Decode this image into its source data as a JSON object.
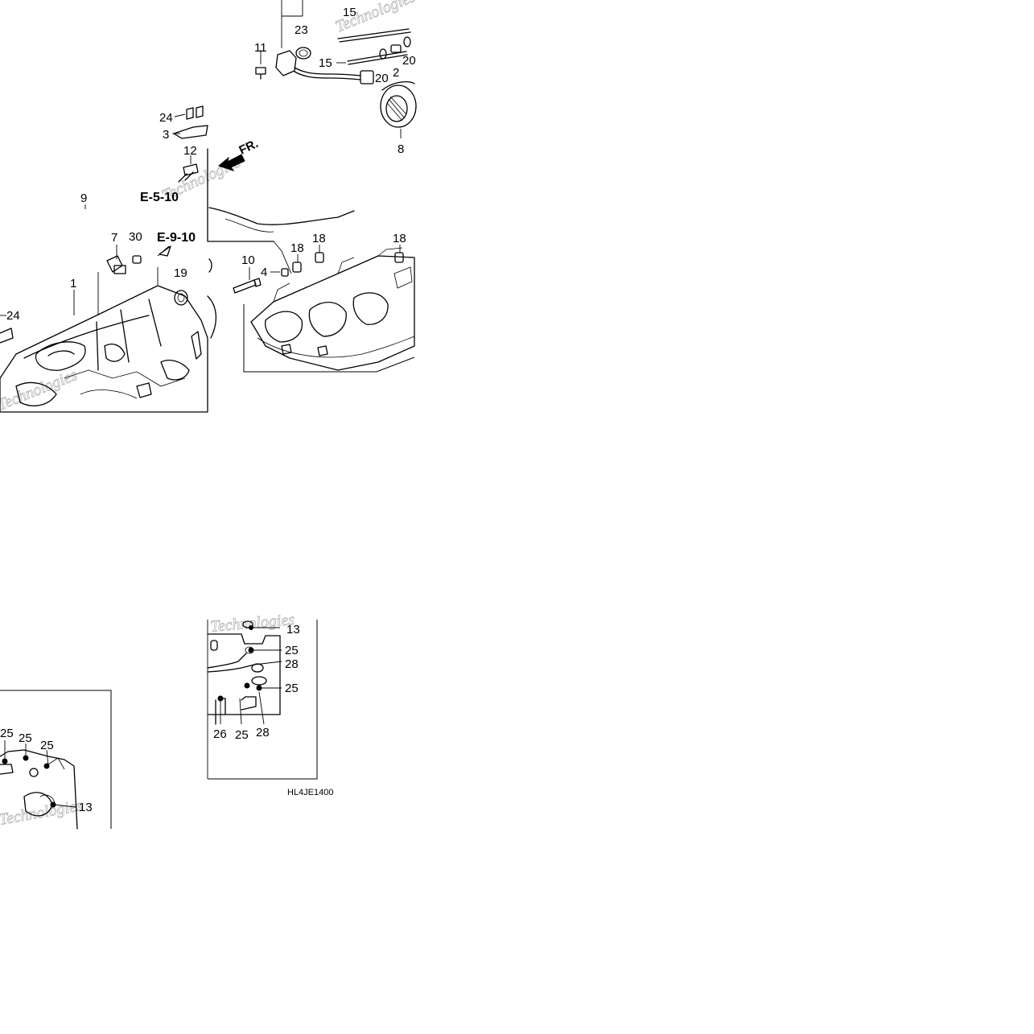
{
  "callouts": {
    "c15a": "15",
    "c23": "23",
    "c11": "11",
    "c15b": "15",
    "c20a": "20",
    "c20b": "20",
    "c2": "2",
    "c24a": "24",
    "c3": "3",
    "c12": "12",
    "c8": "8",
    "c9": "9",
    "c7": "7",
    "c30": "30",
    "c1": "1",
    "c19": "19",
    "c24b": "24",
    "c10": "10",
    "c4": "4",
    "c18a": "18",
    "c18b": "18",
    "c18c": "18",
    "c13a": "13",
    "c25a": "25",
    "c28a": "28",
    "c25b": "25",
    "c26": "26",
    "c25c": "25",
    "c28b": "28",
    "c25d": "25",
    "c25e": "25",
    "c25f": "25",
    "c13b": "13"
  },
  "references": {
    "e510": "E-5-10",
    "e910": "E-9-10"
  },
  "direction_marker": "FR.",
  "diagram_code": "HL4JE1400",
  "watermarks": {
    "w1": "Technologies",
    "w2": "Technologies",
    "w3": "Technologies",
    "w4": "Technologies",
    "w5": "Technologies"
  }
}
